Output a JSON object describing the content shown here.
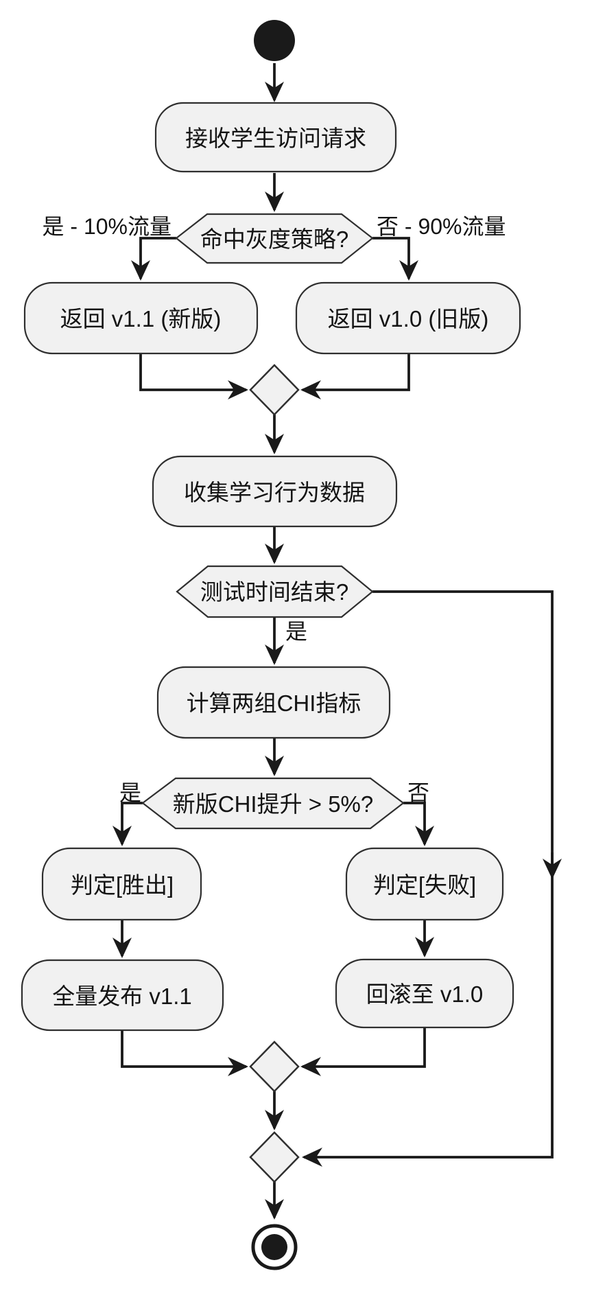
{
  "colors": {
    "background": "#ffffff",
    "node_fill": "#f1f1f1",
    "node_stroke": "#2f2f2f",
    "edge": "#1a1a1a",
    "terminal": "#1a1a1a",
    "text": "#141414"
  },
  "nodes": {
    "receive": {
      "label": "接收学生访问请求"
    },
    "gray_decision": {
      "label": "命中灰度策略?"
    },
    "return_new": {
      "label": "返回 v1.1 (新版)"
    },
    "return_old": {
      "label": "返回 v1.0 (旧版)"
    },
    "collect": {
      "label": "收集学习行为数据"
    },
    "time_decision": {
      "label": "测试时间结束?"
    },
    "compute_chi": {
      "label": "计算两组CHI指标"
    },
    "chi_decision": {
      "label": "新版CHI提升 > 5%?"
    },
    "verdict_win": {
      "label": "判定[胜出]"
    },
    "verdict_fail": {
      "label": "判定[失败]"
    },
    "full_release": {
      "label": "全量发布 v1.1"
    },
    "rollback": {
      "label": "回滚至 v1.0"
    }
  },
  "edge_labels": {
    "gray_yes": "是 - 10%流量",
    "gray_no": "否 - 90%流量",
    "time_yes": "是",
    "chi_yes": "是",
    "chi_no": "否"
  }
}
